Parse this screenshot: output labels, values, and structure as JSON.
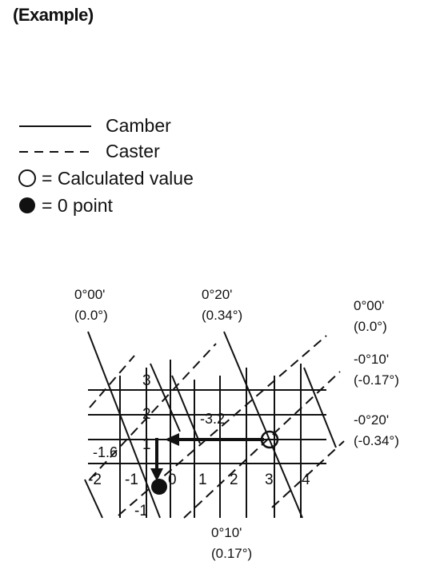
{
  "heading": "(Example)",
  "legend": {
    "camber_label": "Camber",
    "caster_label": "Caster",
    "calculated_label": "= Calculated value",
    "zero_label": "= 0 point"
  },
  "colors": {
    "ink": "#111111",
    "background": "#ffffff"
  },
  "diagram": {
    "camber_top_left": {
      "dms": "0°00'",
      "deg": "(0.0°)"
    },
    "camber_top_mid": {
      "dms": "0°20'",
      "deg": "(0.34°)"
    },
    "camber_bottom": {
      "dms": "0°10'",
      "deg": "(0.17°)"
    },
    "caster_right_1": {
      "dms": "0°00'",
      "deg": "(0.0°)"
    },
    "caster_right_2": {
      "dms": "-0°10'",
      "deg": "(-0.17°)"
    },
    "caster_right_3": {
      "dms": "-0°20'",
      "deg": "(-0.34°)"
    },
    "shim_horizontal": "-3.2",
    "shim_vertical": "-1.6",
    "row_numbers": [
      "3",
      "2",
      "1",
      "-1"
    ],
    "col_numbers": [
      "-2",
      "-1",
      "0",
      "1",
      "2",
      "3",
      "4"
    ]
  }
}
